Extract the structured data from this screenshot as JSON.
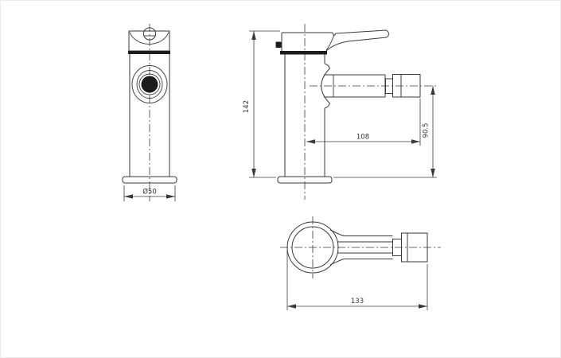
{
  "colors": {
    "line": "#3a3a3a",
    "dark_fill": "#1c1c1c",
    "text": "#333333",
    "background": "#ffffff"
  },
  "dimension_labels": {
    "base_diameter": "Ø50",
    "overall_height": "142",
    "spout_reach": "108",
    "outlet_height": "90.5",
    "overall_length": "133"
  }
}
